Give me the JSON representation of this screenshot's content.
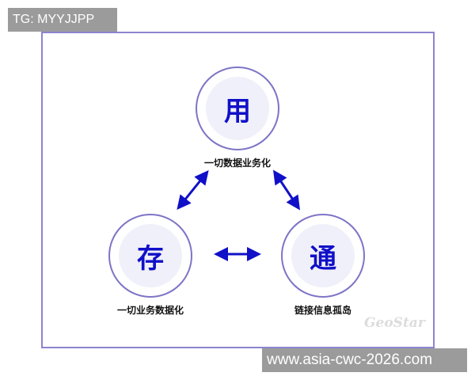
{
  "nodes": [
    {
      "char": "用",
      "label": "一切数据业务化"
    },
    {
      "char": "存",
      "label": "一切业务数据化"
    },
    {
      "char": "通",
      "label": "链接信息孤岛"
    }
  ],
  "arrows": [
    {
      "from": "用",
      "to": "存",
      "type": "bidirectional"
    },
    {
      "from": "用",
      "to": "通",
      "type": "bidirectional"
    },
    {
      "from": "存",
      "to": "通",
      "type": "bidirectional"
    }
  ],
  "watermark_logo": "GeoStar",
  "overlay": {
    "top_left": "TG: MYYJJPP",
    "bottom_right": "www.asia-cwc-2026.com"
  },
  "colors": {
    "accent": "#1010c8",
    "ring": "#7d74c6",
    "frame": "#8c84d0"
  }
}
